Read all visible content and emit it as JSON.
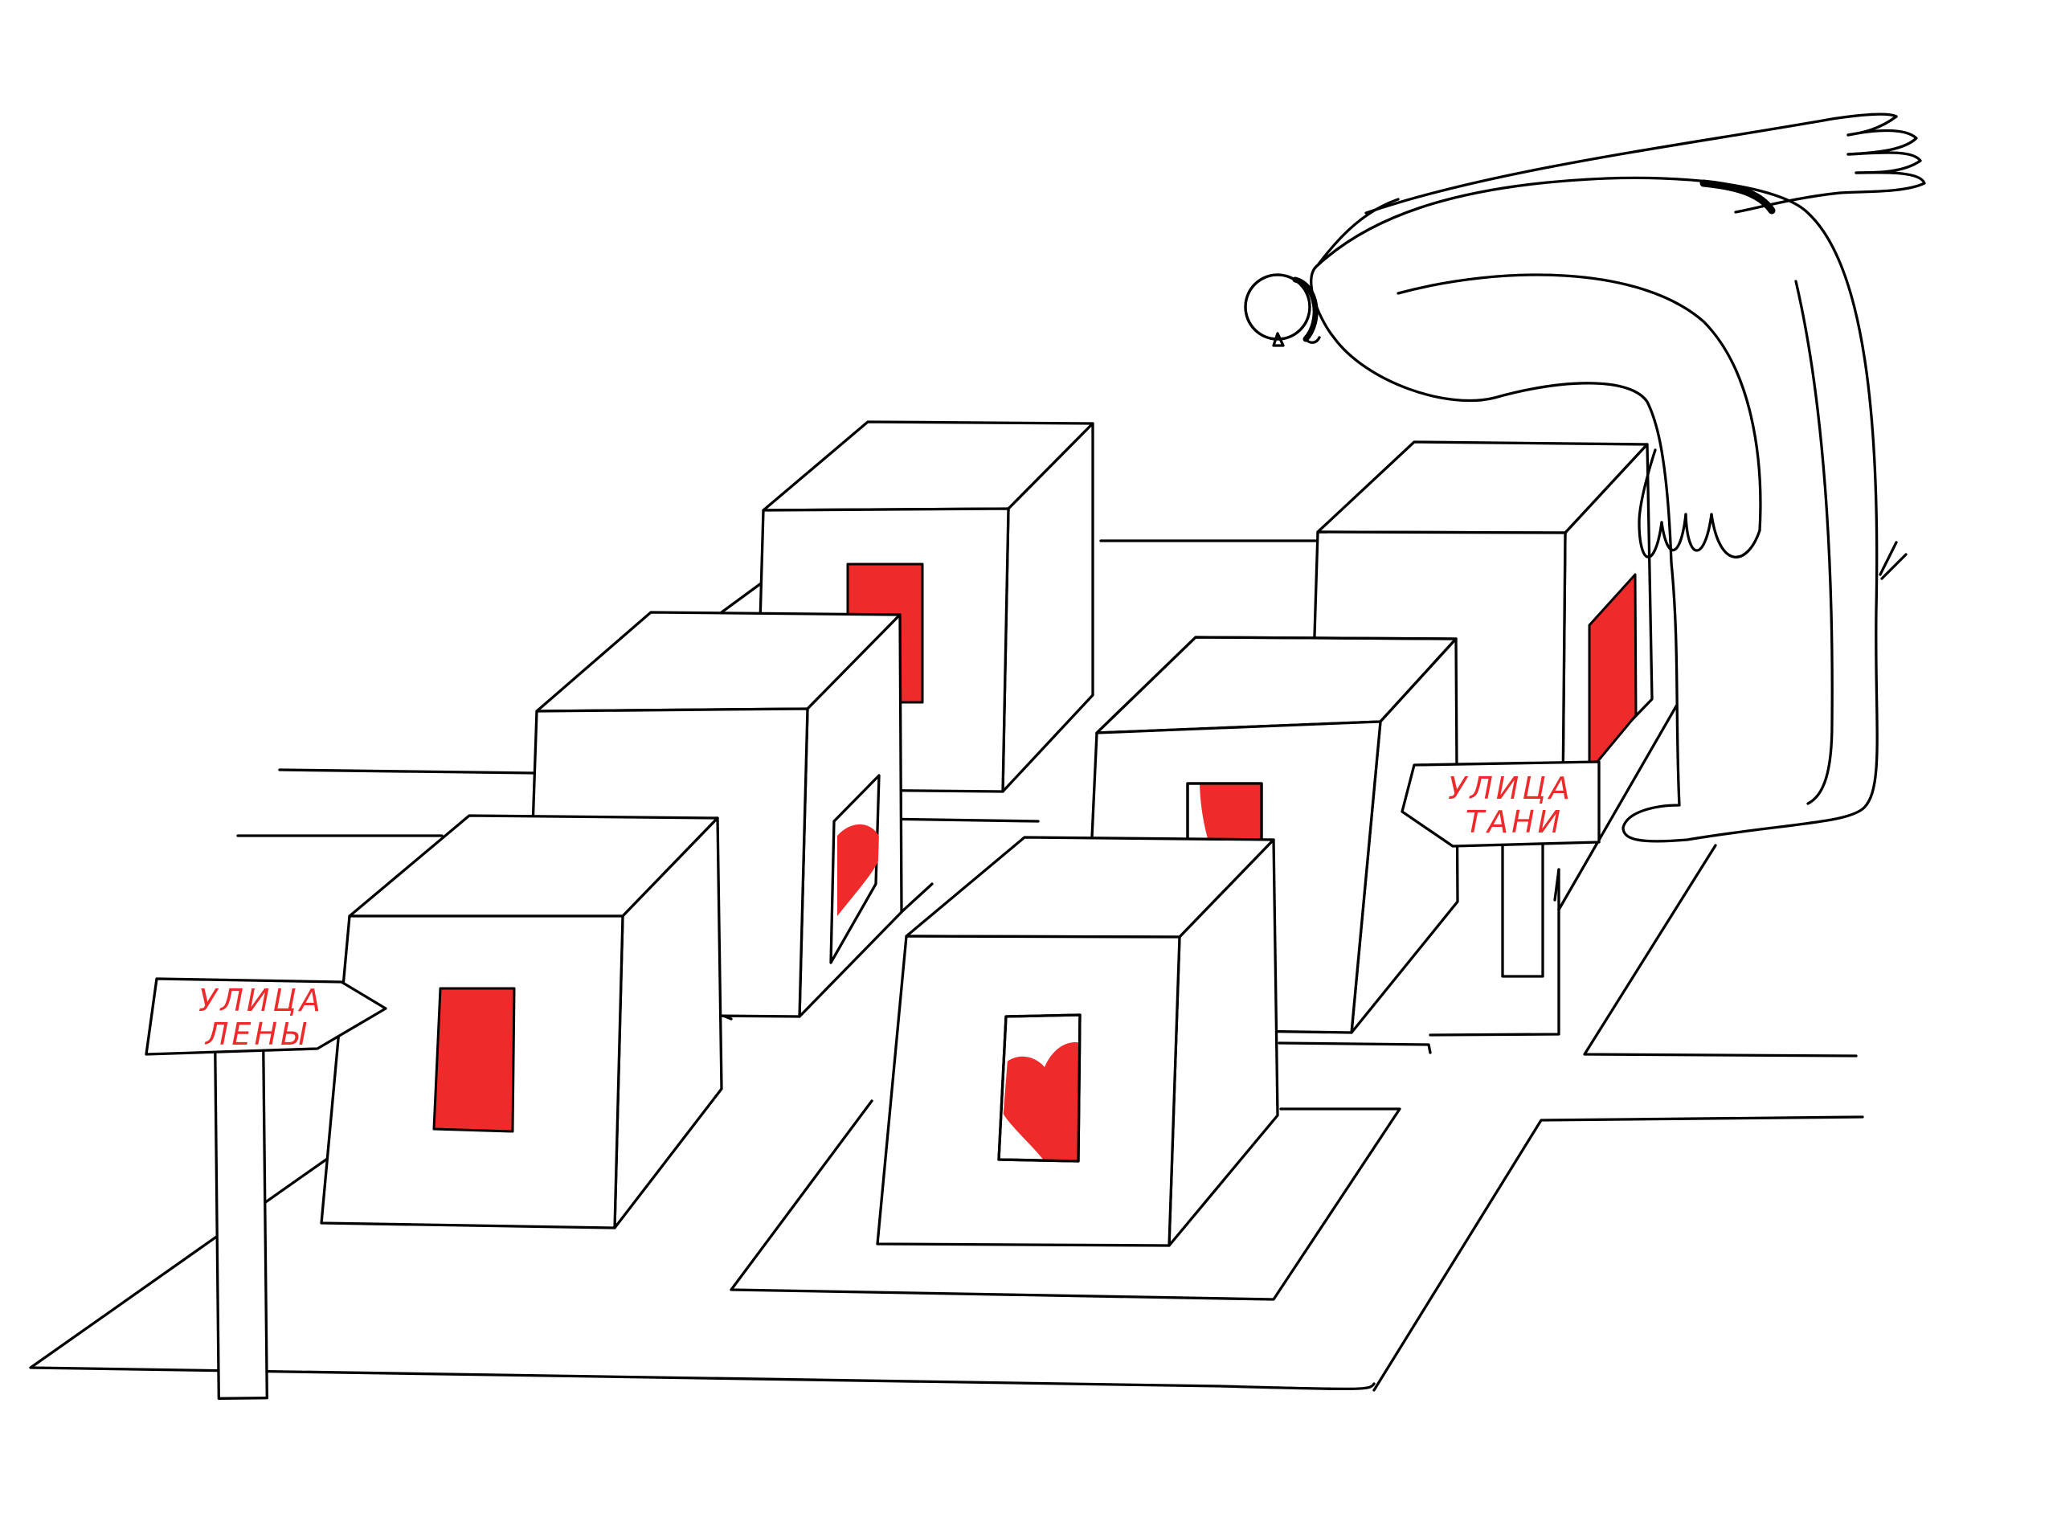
{
  "signs": {
    "left": {
      "line1": "УЛИЦА",
      "line2": "ЛЕНЫ"
    },
    "right": {
      "line1": "УЛИЦА",
      "line2": "ТАНИ"
    }
  },
  "colors": {
    "accent": "#ee2a2a",
    "ink": "#000000",
    "background": "#ffffff"
  },
  "icons": [
    "heart-icon",
    "door-icon",
    "house-icon",
    "street-sign-icon",
    "giant-figure-icon"
  ]
}
